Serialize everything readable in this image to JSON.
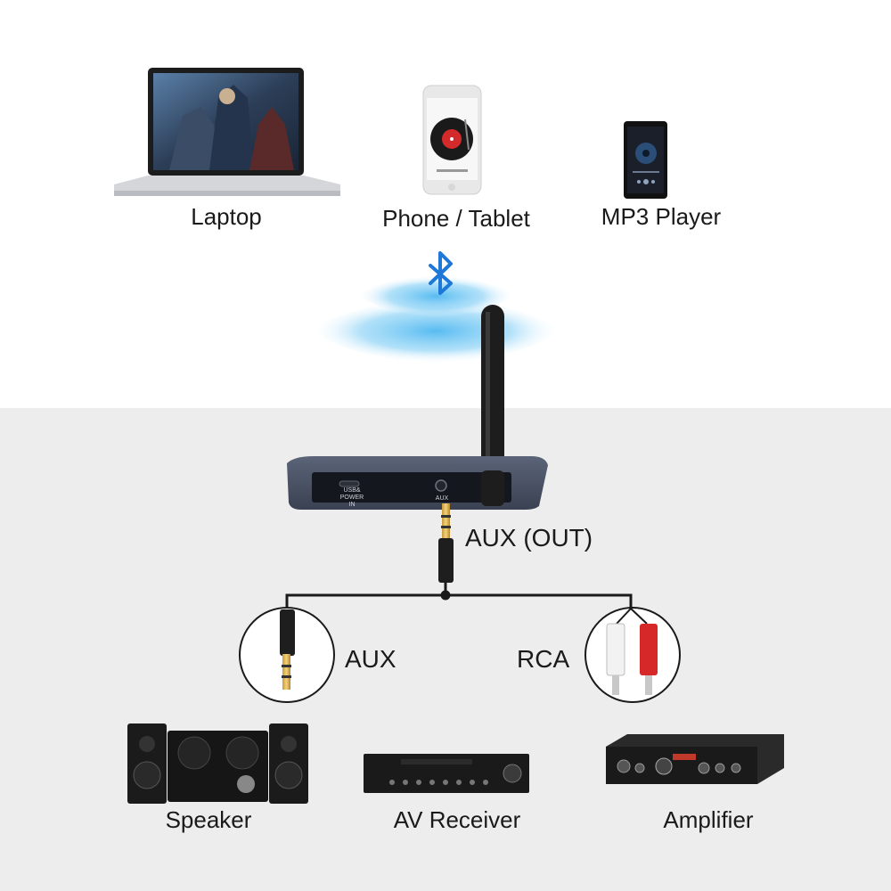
{
  "sources": {
    "laptop": "Laptop",
    "phone": "Phone / Tablet",
    "mp3": "MP3 Player"
  },
  "device": {
    "port_power": "USB&\nPOWER IN",
    "port_aux": "AUX",
    "output_label": "AUX (OUT)"
  },
  "connections": {
    "aux": "AUX",
    "rca": "RCA"
  },
  "outputs": {
    "speaker": "Speaker",
    "receiver": "AV Receiver",
    "amplifier": "Amplifier"
  },
  "icons": {
    "bluetooth": "bluetooth-icon"
  },
  "colors": {
    "bluetooth": "#1e78d7",
    "wave": "#4fb8f0",
    "panel": "#ededed",
    "rca_red": "#d62828",
    "rca_white": "#f2f2f2"
  }
}
